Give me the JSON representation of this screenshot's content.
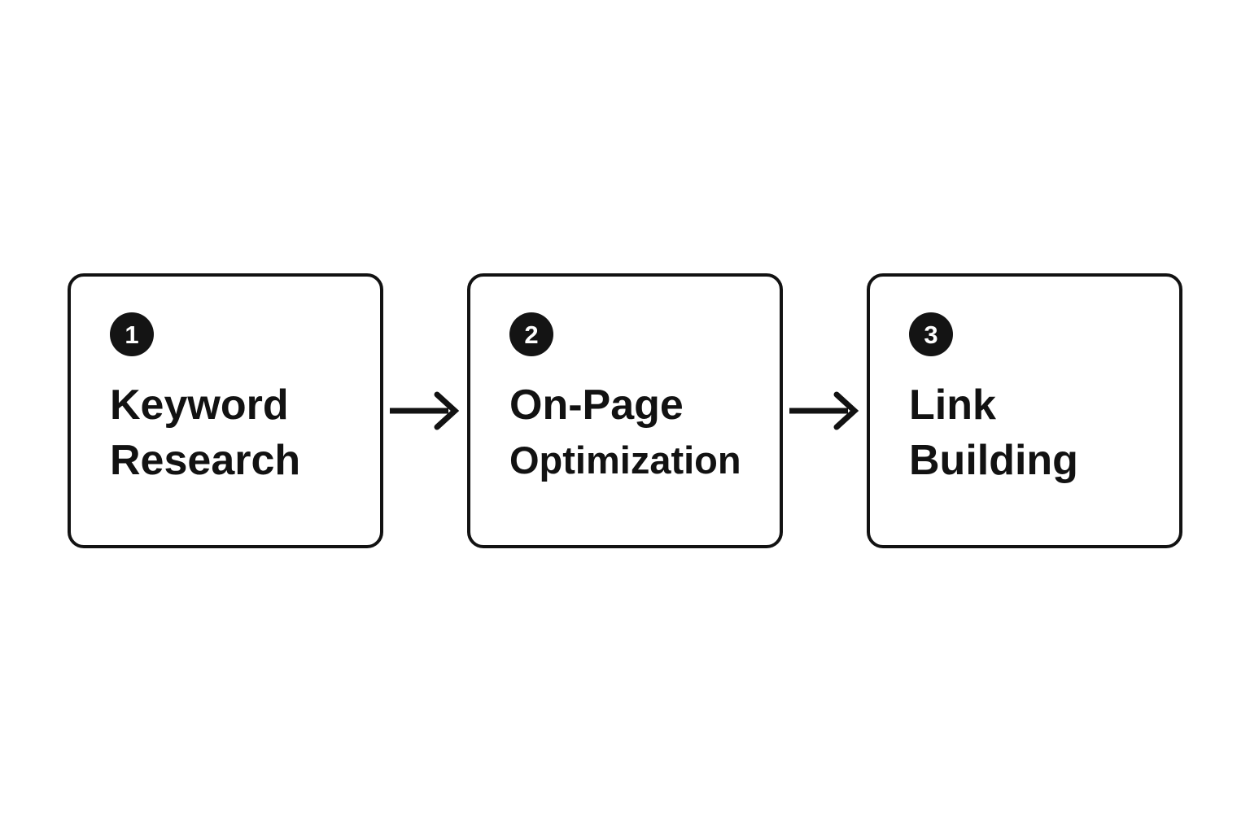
{
  "diagram": {
    "type": "process-flow",
    "orientation": "horizontal",
    "title": "",
    "background_color": "#ffffff",
    "stroke_color": "#121212",
    "badge_color": "#141414",
    "badge_text_color": "#ffffff",
    "text_color": "#121212",
    "steps": [
      {
        "number": "1",
        "line1": "Keyword",
        "line2": "Research",
        "full_label": "Keyword Research"
      },
      {
        "number": "2",
        "line1": "On-Page",
        "line2": "Optimization",
        "full_label": "On-Page Optimization"
      },
      {
        "number": "3",
        "line1": "Link",
        "line2": "Building",
        "full_label": "Link Building"
      }
    ],
    "connectors": [
      {
        "from": "1",
        "to": "2",
        "icon": "arrow-right-icon"
      },
      {
        "from": "2",
        "to": "3",
        "icon": "arrow-right-icon"
      }
    ]
  }
}
